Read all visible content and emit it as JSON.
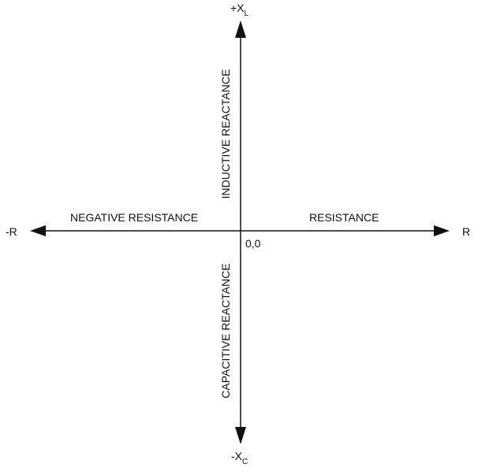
{
  "diagram": {
    "axes": {
      "positive_x": "R",
      "negative_x": "-R",
      "positive_y": {
        "base": "+X",
        "subscript": "L"
      },
      "negative_y": {
        "base": "-X",
        "subscript": "C"
      },
      "origin": "0,0"
    },
    "regions": {
      "right": "RESISTANCE",
      "left": "NEGATIVE RESISTANCE",
      "up": "INDUCTIVE REACTANCE",
      "down": "CAPACITIVE REACTANCE"
    },
    "colors": {
      "line": "#111111",
      "text": "#111111",
      "background": "#ffffff"
    }
  }
}
